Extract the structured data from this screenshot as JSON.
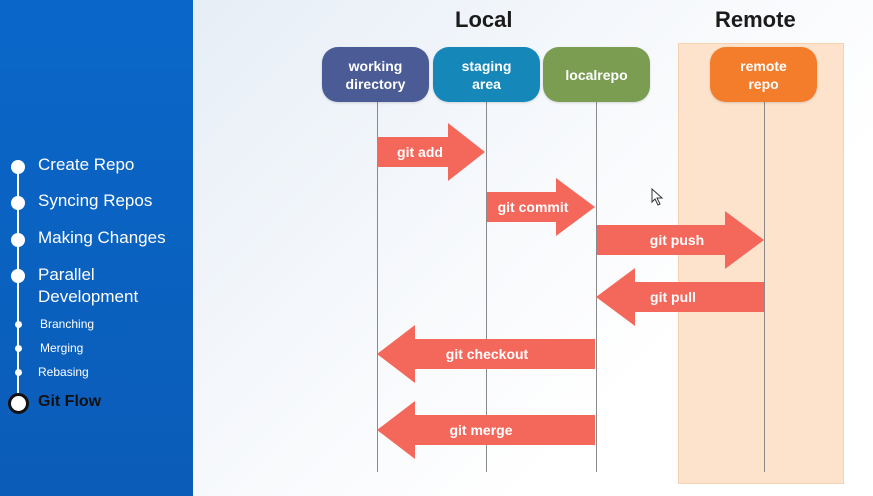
{
  "sidebar": {
    "items": [
      {
        "label": "Create Repo",
        "level": 1
      },
      {
        "label": "Syncing Repos",
        "level": 1
      },
      {
        "label": "Making Changes",
        "level": 1
      },
      {
        "label": "Parallel Development",
        "level": 1
      },
      {
        "label": "Branching",
        "level": 2
      },
      {
        "label": "Merging",
        "level": 2
      },
      {
        "label": "Rebasing",
        "level": 2
      },
      {
        "label": "Git Flow",
        "level": 1,
        "active": true
      }
    ]
  },
  "diagram": {
    "local_title": "Local",
    "remote_title": "Remote",
    "nodes": [
      {
        "id": "working-directory",
        "label": "working directory",
        "color": "#4a5b96"
      },
      {
        "id": "staging-area",
        "label": "staging area",
        "color": "#1587b8"
      },
      {
        "id": "localrepo",
        "label": "localrepo",
        "color": "#7a9d52"
      },
      {
        "id": "remote-repo",
        "label": "remote repo",
        "color": "#f47d2b"
      }
    ],
    "arrows": [
      {
        "label": "git add",
        "from": "working-directory",
        "to": "staging-area"
      },
      {
        "label": "git commit",
        "from": "staging-area",
        "to": "localrepo"
      },
      {
        "label": "git push",
        "from": "localrepo",
        "to": "remote-repo"
      },
      {
        "label": "git pull",
        "from": "remote-repo",
        "to": "localrepo"
      },
      {
        "label": "git checkout",
        "from": "localrepo",
        "to": "working-directory"
      },
      {
        "label": "git merge",
        "from": "localrepo",
        "to": "working-directory"
      }
    ],
    "arrow_color": "#f4685c"
  }
}
